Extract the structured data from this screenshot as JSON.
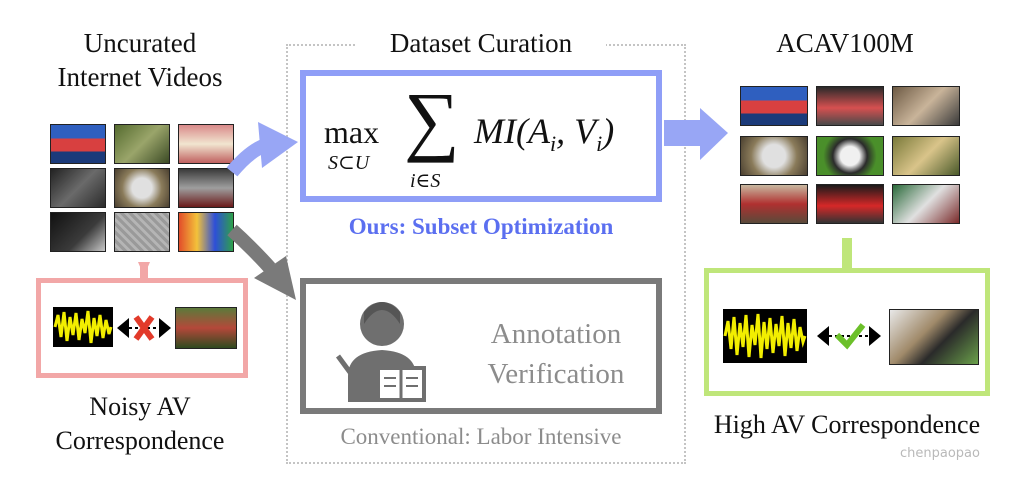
{
  "left": {
    "title_line1": "Uncurated",
    "title_line2": "Internet Videos",
    "noisy_line1": "Noisy AV",
    "noisy_line2": "Correspondence"
  },
  "center": {
    "title": "Dataset Curation",
    "formula": {
      "max": "max",
      "sub": "S⊂U",
      "sum": "∑",
      "sum_sub": "i∈S",
      "expr": "MI(A",
      "expr_i1": "i",
      "expr_mid": ", V",
      "expr_i2": "i",
      "expr_end": ")"
    },
    "ours_label": "Ours: Subset Optimization",
    "annot_line1": "Annotation",
    "annot_line2": "Verification",
    "conventional_label": "Conventional: Labor Intensive"
  },
  "right": {
    "title": "ACAV100M",
    "high_label": "High AV Correspondence"
  },
  "watermark": "chenpaopao",
  "colors": {
    "ours_blue": "#5b6ff0",
    "formula_border": "#8f9ef7",
    "gray_box": "#7a7a7a",
    "noisy_pink": "#f2a7a7",
    "high_green": "#bfe67a",
    "waveform_yellow": "#f2ee00",
    "cross_red": "#e23a2a",
    "check_green": "#6cc02a"
  }
}
